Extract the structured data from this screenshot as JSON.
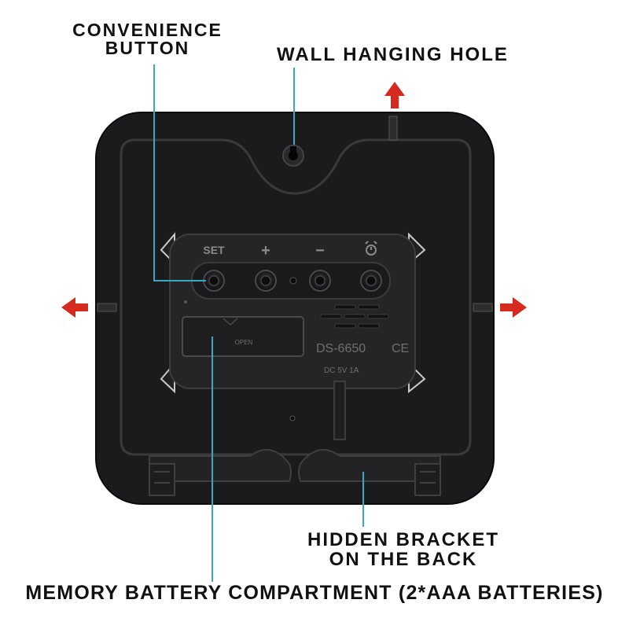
{
  "labels": {
    "convenience_button": [
      "CONVENIENCE",
      "BUTTON"
    ],
    "wall_hanging_hole": "WALL HANGING HOLE",
    "hidden_bracket": [
      "HIDDEN BRACKET",
      "ON THE BACK"
    ],
    "battery_compartment": "MEMORY BATTERY COMPARTMENT (2*AAA BATTERIES)"
  },
  "clock_back": {
    "buttons": [
      "SET",
      "+",
      "−"
    ],
    "alarm_icon": "alarm-clock-icon",
    "battery_cover_text": "OPEN",
    "model": "DS-6650",
    "ce_mark": "CE",
    "power_rating": "DC 5V 1A"
  },
  "colors": {
    "leader_line": "#3aa7c7",
    "arrow": "#d62a1f",
    "case": "#1b1b1d",
    "panel": "#252527"
  }
}
